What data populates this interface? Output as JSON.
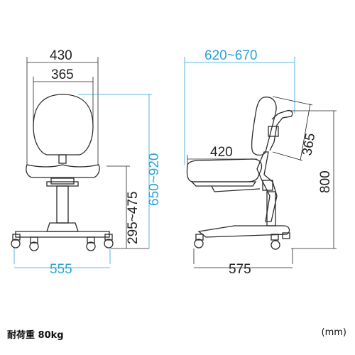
{
  "colors": {
    "dimension_blue": "#2aa3d9",
    "dimension_black": "#222222",
    "outline": "#2b2b2b"
  },
  "front_view": {
    "width_top": "430",
    "width_back": "365",
    "height_seat": "295~475",
    "height_total": "650~920",
    "base_width": "555"
  },
  "side_view": {
    "depth_top": "620~670",
    "seat_depth": "420",
    "back_height": "365",
    "total_height": "800",
    "base_depth": "575"
  },
  "footer": {
    "load_capacity": "耐荷重 80kg",
    "unit": "(mm)"
  }
}
